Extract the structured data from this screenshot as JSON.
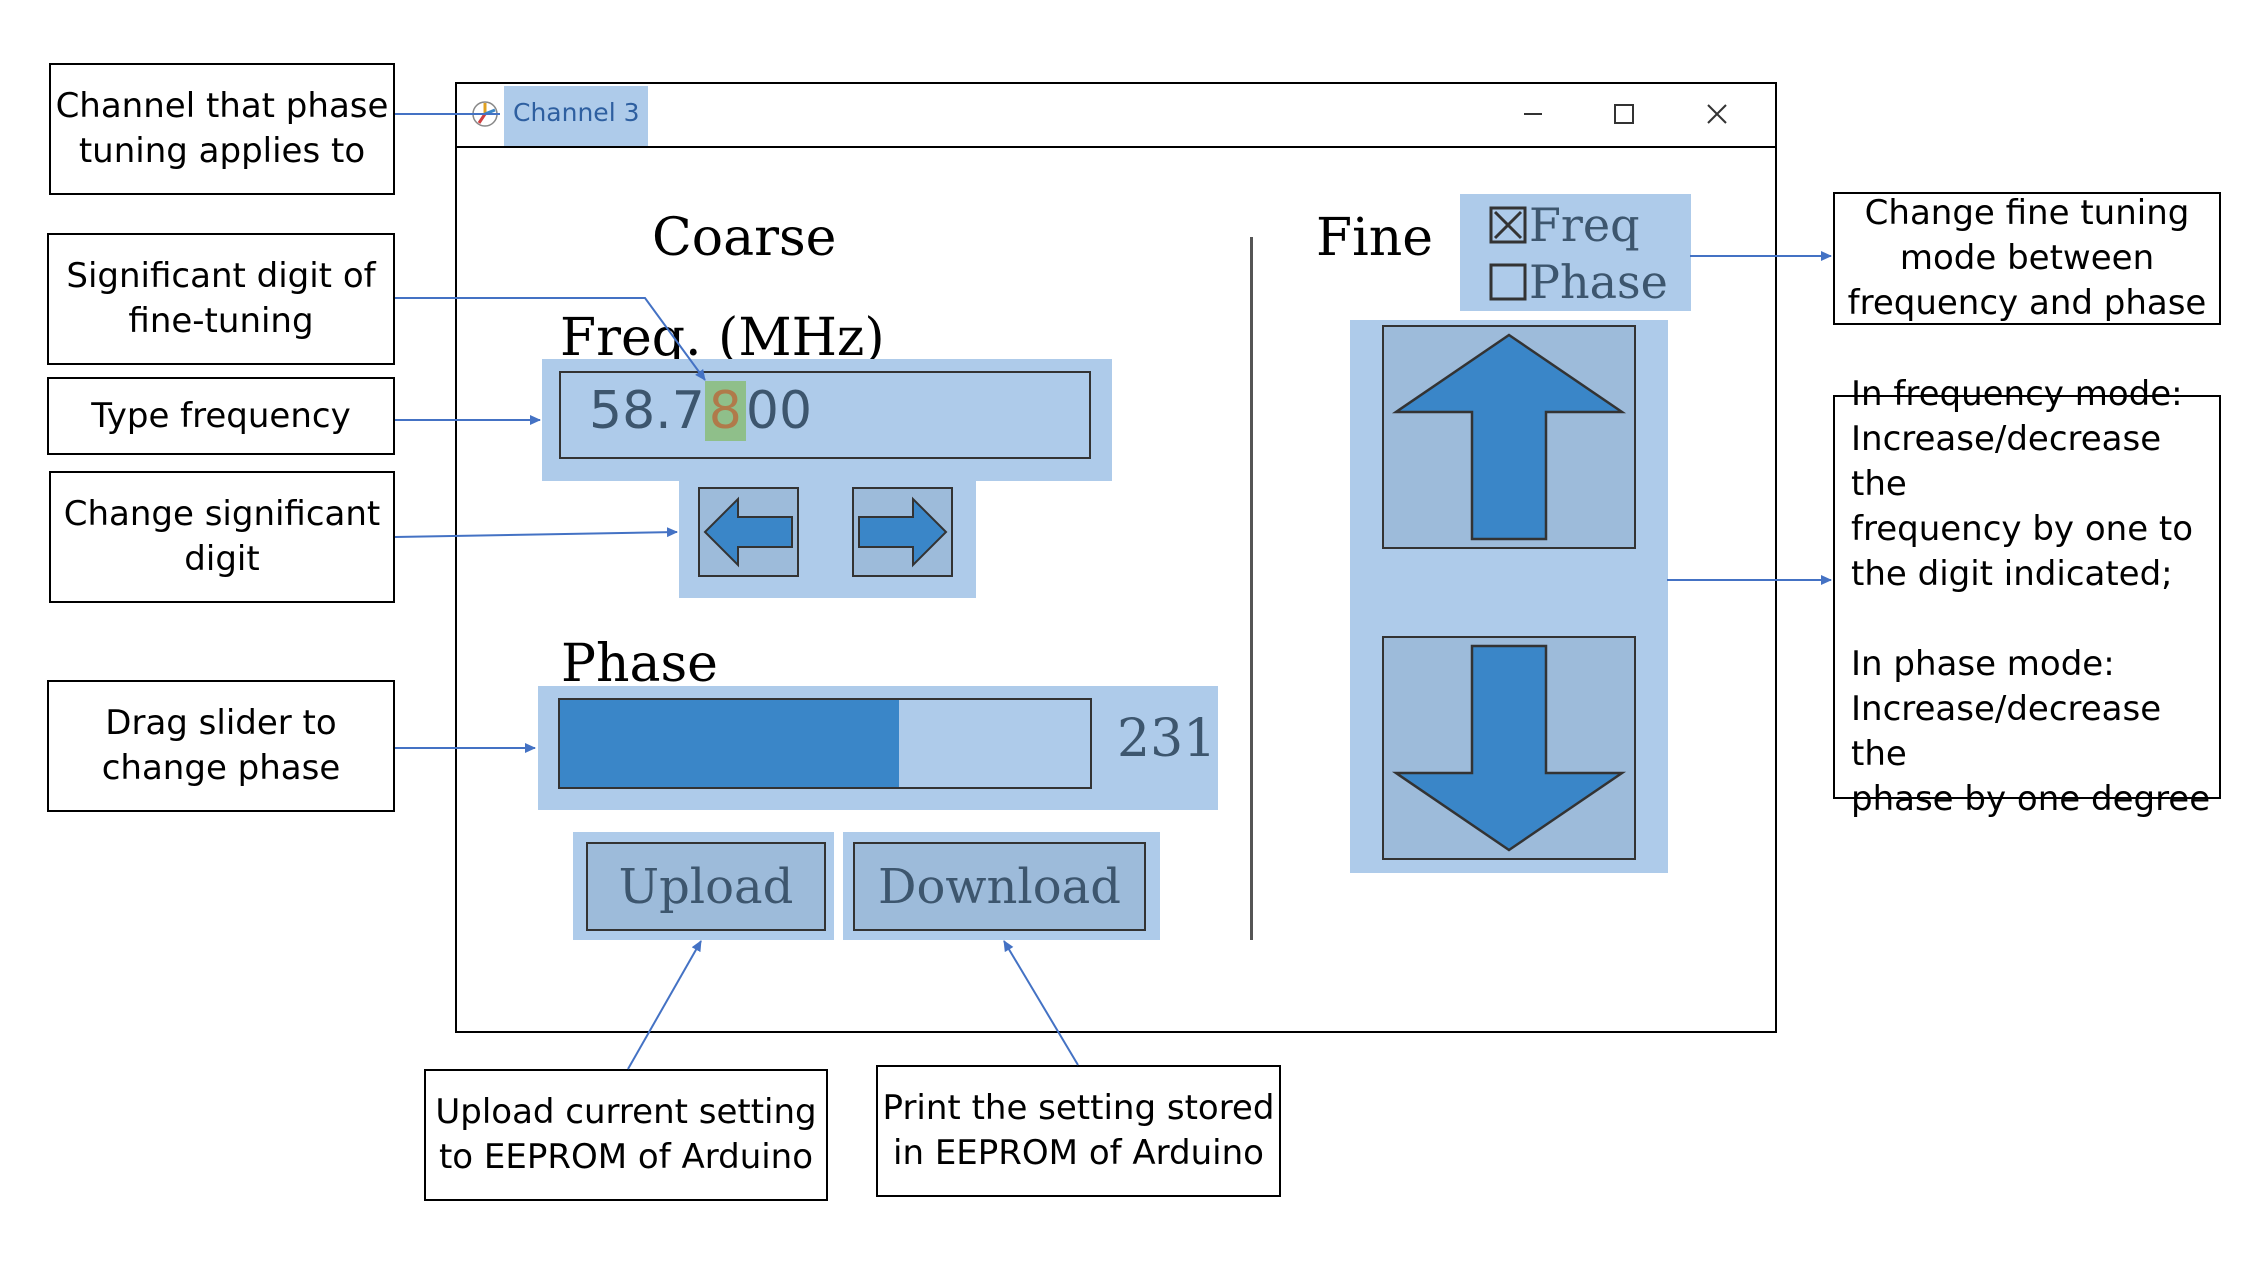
{
  "window": {
    "title": "Channel 3",
    "controls": {
      "minimize": "—",
      "maximize": "☐",
      "close": "✕"
    }
  },
  "coarse": {
    "heading": "Coarse",
    "freq_label": "Freq. (MHz)",
    "freq_prefix": "58.7",
    "freq_digit": "8",
    "freq_suffix": "00",
    "phase_label": "Phase",
    "phase_value": "231",
    "phase_fraction": 0.64,
    "upload_label": "Upload",
    "download_label": "Download"
  },
  "fine": {
    "heading": "Fine",
    "mode_freq": "Freq",
    "mode_phase": "Phase",
    "freq_checked": true,
    "phase_checked": false
  },
  "colors": {
    "highlight": "#aecbea",
    "arrow_fill": "#3a86c8",
    "button_bg": "#9dbbda",
    "digit_highlight": "#8fbf8a"
  },
  "callouts": {
    "channel": "Channel that phase\ntuning applies to",
    "significant_digit": "Significant digit of\nfine-tuning",
    "type_frequency": "Type frequency",
    "change_digit": "Change significant\ndigit",
    "drag_slider": "Drag slider to\nchange phase",
    "upload": "Upload current setting\nto EEPROM of Arduino",
    "download": "Print the setting stored\nin EEPROM of Arduino",
    "fine_mode": "Change fine tuning\nmode between\nfrequency and phase",
    "fine_desc": "In frequency mode:\n Increase/decrease the\n frequency by one to\n the digit indicated;\n\nIn phase mode:\n Increase/decrease the\n phase by one degree"
  }
}
